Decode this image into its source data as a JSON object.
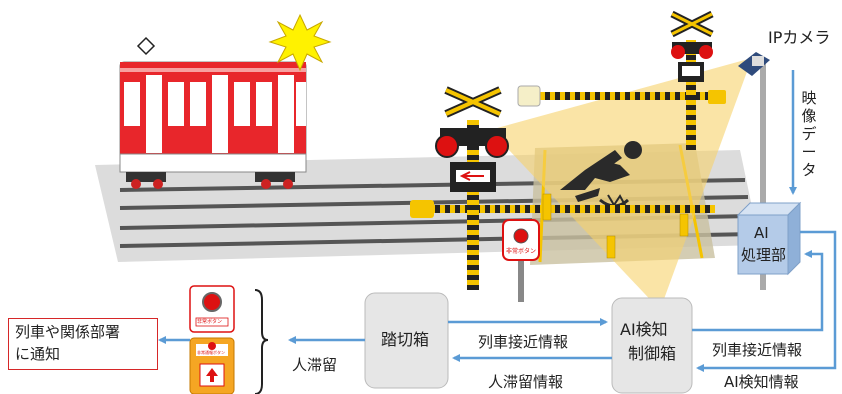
{
  "labels": {
    "ip_camera": "IPカメラ",
    "video_data": [
      "映",
      "像",
      "デ",
      "ー",
      "タ"
    ],
    "ai_unit_line1": "AI",
    "ai_unit_line2": "処理部",
    "crossing_box": "踏切箱",
    "ai_control_line1": "AI検知",
    "ai_control_line2": "制御箱",
    "notify_line1": "列車や関係部署",
    "notify_line2": "に通知",
    "person_stuck": "人滞留",
    "train_approach_left": "列車接近情報",
    "person_stuck_info": "人滞留情報",
    "train_approach_right": "列車接近情報",
    "ai_detect_info": "AI検知情報",
    "emergency_button": "非常ボタン",
    "emergency_button_small": "非常ボタン",
    "emergency_button_panel": "非常通報ボタン"
  },
  "colors": {
    "train_red": "#e8262b",
    "arrow_blue": "#5b9bd5",
    "cone_yellow": "#f7d26b",
    "ai_box_blue": "#b4cbe8",
    "box_gray": "#e6e6e6",
    "notify_border": "#d62728"
  }
}
